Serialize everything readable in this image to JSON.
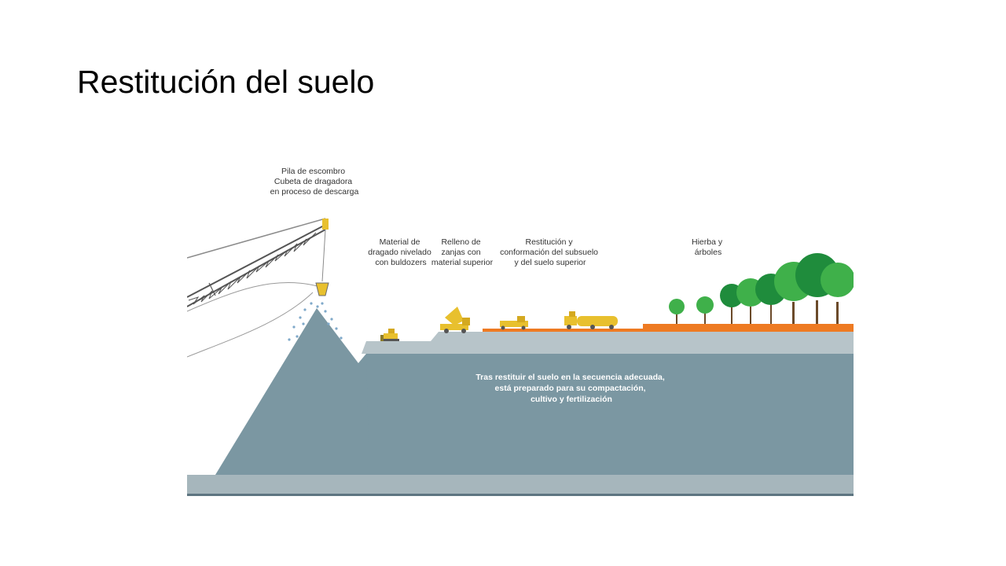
{
  "slide": {
    "title": "Restitución del suelo"
  },
  "diagram": {
    "labels": {
      "dragline": [
        "Pila de escombro",
        "Cubeta de dragadora",
        "en proceso de descarga"
      ],
      "leveled": [
        "Material de",
        "dragado nivelado",
        "con buldozers"
      ],
      "trench_fill": [
        "Relleno de",
        "zanjas con",
        "material superior"
      ],
      "restitution": [
        "Restitución y",
        "conformación del subsuelo",
        "y del suelo superior"
      ],
      "vegetation": [
        "Hierba y",
        "árboles"
      ],
      "ground_note": [
        "Tras restituir el suelo en la secuencia adecuada,",
        "está preparado para su compactación,",
        "cultivo y fertilización"
      ]
    },
    "colors": {
      "subsoil": "#7b97a2",
      "spoil_pile": "#7b97a2",
      "upper_layer": "#b7c4c9",
      "base_layer": "#a6b6bc",
      "topsoil": "#ee7a22",
      "machinery": "#e8c02e",
      "tree_dark": "#1f8c3c",
      "tree_light": "#3fb04a",
      "water_drops": "#7fa9c9"
    }
  }
}
